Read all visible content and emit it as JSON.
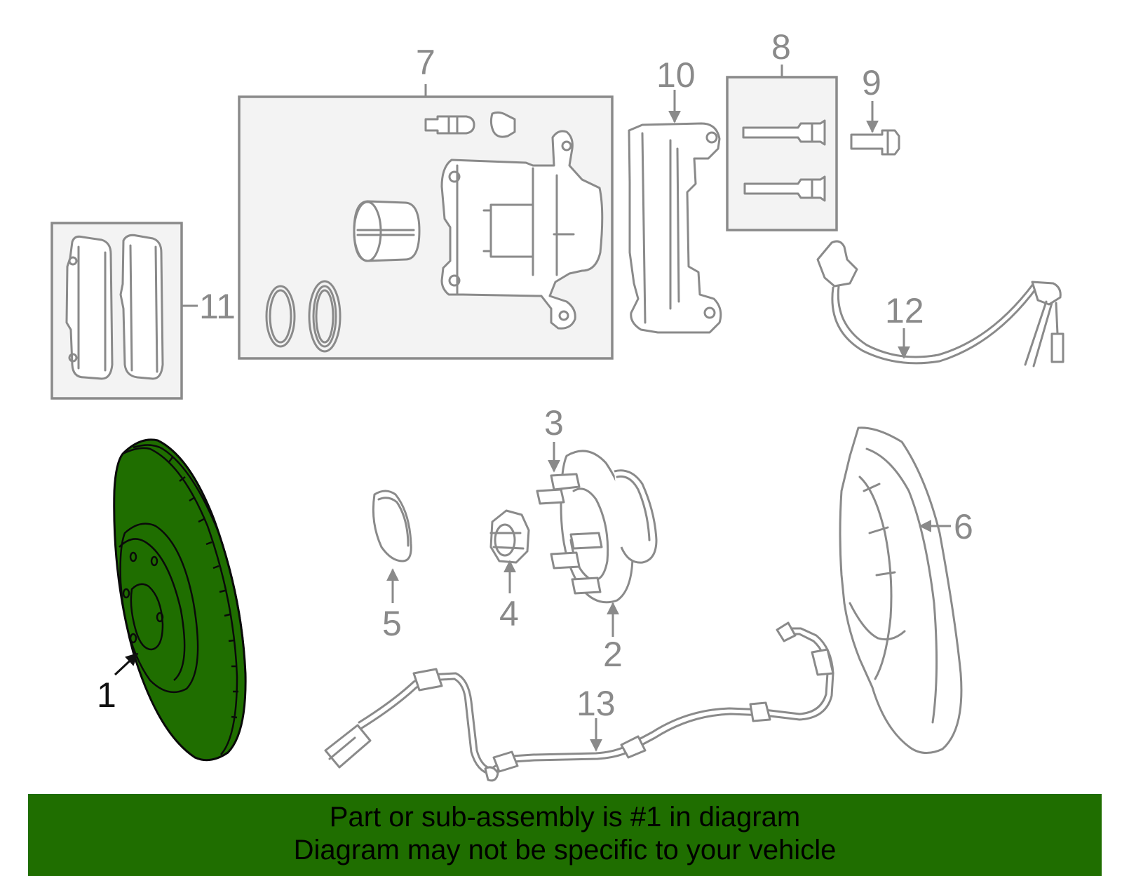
{
  "diagram": {
    "callouts": {
      "c1": "1",
      "c2": "2",
      "c3": "3",
      "c4": "4",
      "c5": "5",
      "c6": "6",
      "c7": "7",
      "c8": "8",
      "c9": "9",
      "c10": "10",
      "c11": "11",
      "c12": "12",
      "c13": "13"
    },
    "highlighted_part": "1",
    "highlight_color": "#1f6e00",
    "line_color": "#8a8a8a"
  },
  "banner": {
    "line1": "Part or sub-assembly is #1 in diagram",
    "line2": "Diagram may not be specific to your vehicle",
    "background": "#1f6e00"
  }
}
